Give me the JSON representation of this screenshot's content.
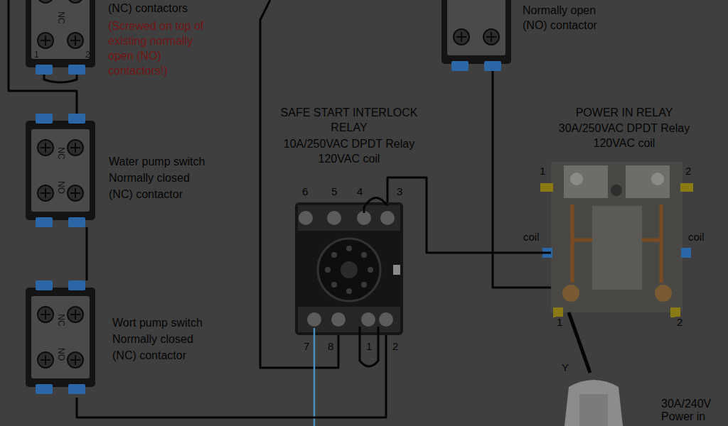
{
  "diagram": {
    "nodes": [
      {
        "text": [
          "(NC) contactors",
          "(Screwed on top of existing normally open (NO) contactors!)"
        ]
      },
      {
        "text": [
          "Normally open (NO) contactor"
        ]
      },
      {
        "text": [
          "Water pump switch Normally closed (NC) contactor"
        ]
      },
      {
        "text": [
          "Wort pump switch Normally closed (NC) contactor"
        ]
      },
      {
        "text": [
          "SAFE START INTERLOCK RELAY",
          "10A/250VAC DPDT Relay 120VAC coil"
        ]
      },
      {
        "text": [
          "POWER IN RELAY",
          "30A/250VAC DPDT Relay 120VAC coil"
        ]
      },
      {
        "text": [
          "30A/240V Power in"
        ]
      }
    ],
    "edges": [
      {
        "from": 2,
        "to": 3,
        "arrow": "none"
      },
      {
        "from": 3,
        "to": 4,
        "arrow": "none"
      },
      {
        "from": 4,
        "to": 5,
        "arrow": "none"
      },
      {
        "from": 1,
        "to": 5,
        "arrow": "none"
      },
      {
        "from": 5,
        "to": 6,
        "arrow": "none"
      }
    ],
    "labels": [
      "6",
      "5",
      "4",
      "3",
      "7",
      "8",
      "1",
      "2",
      "1",
      "2",
      "coil",
      "coil",
      "1",
      "2",
      "Y",
      "NC",
      "1",
      "2",
      "NC",
      "NO",
      "NC",
      "NO"
    ]
  }
}
